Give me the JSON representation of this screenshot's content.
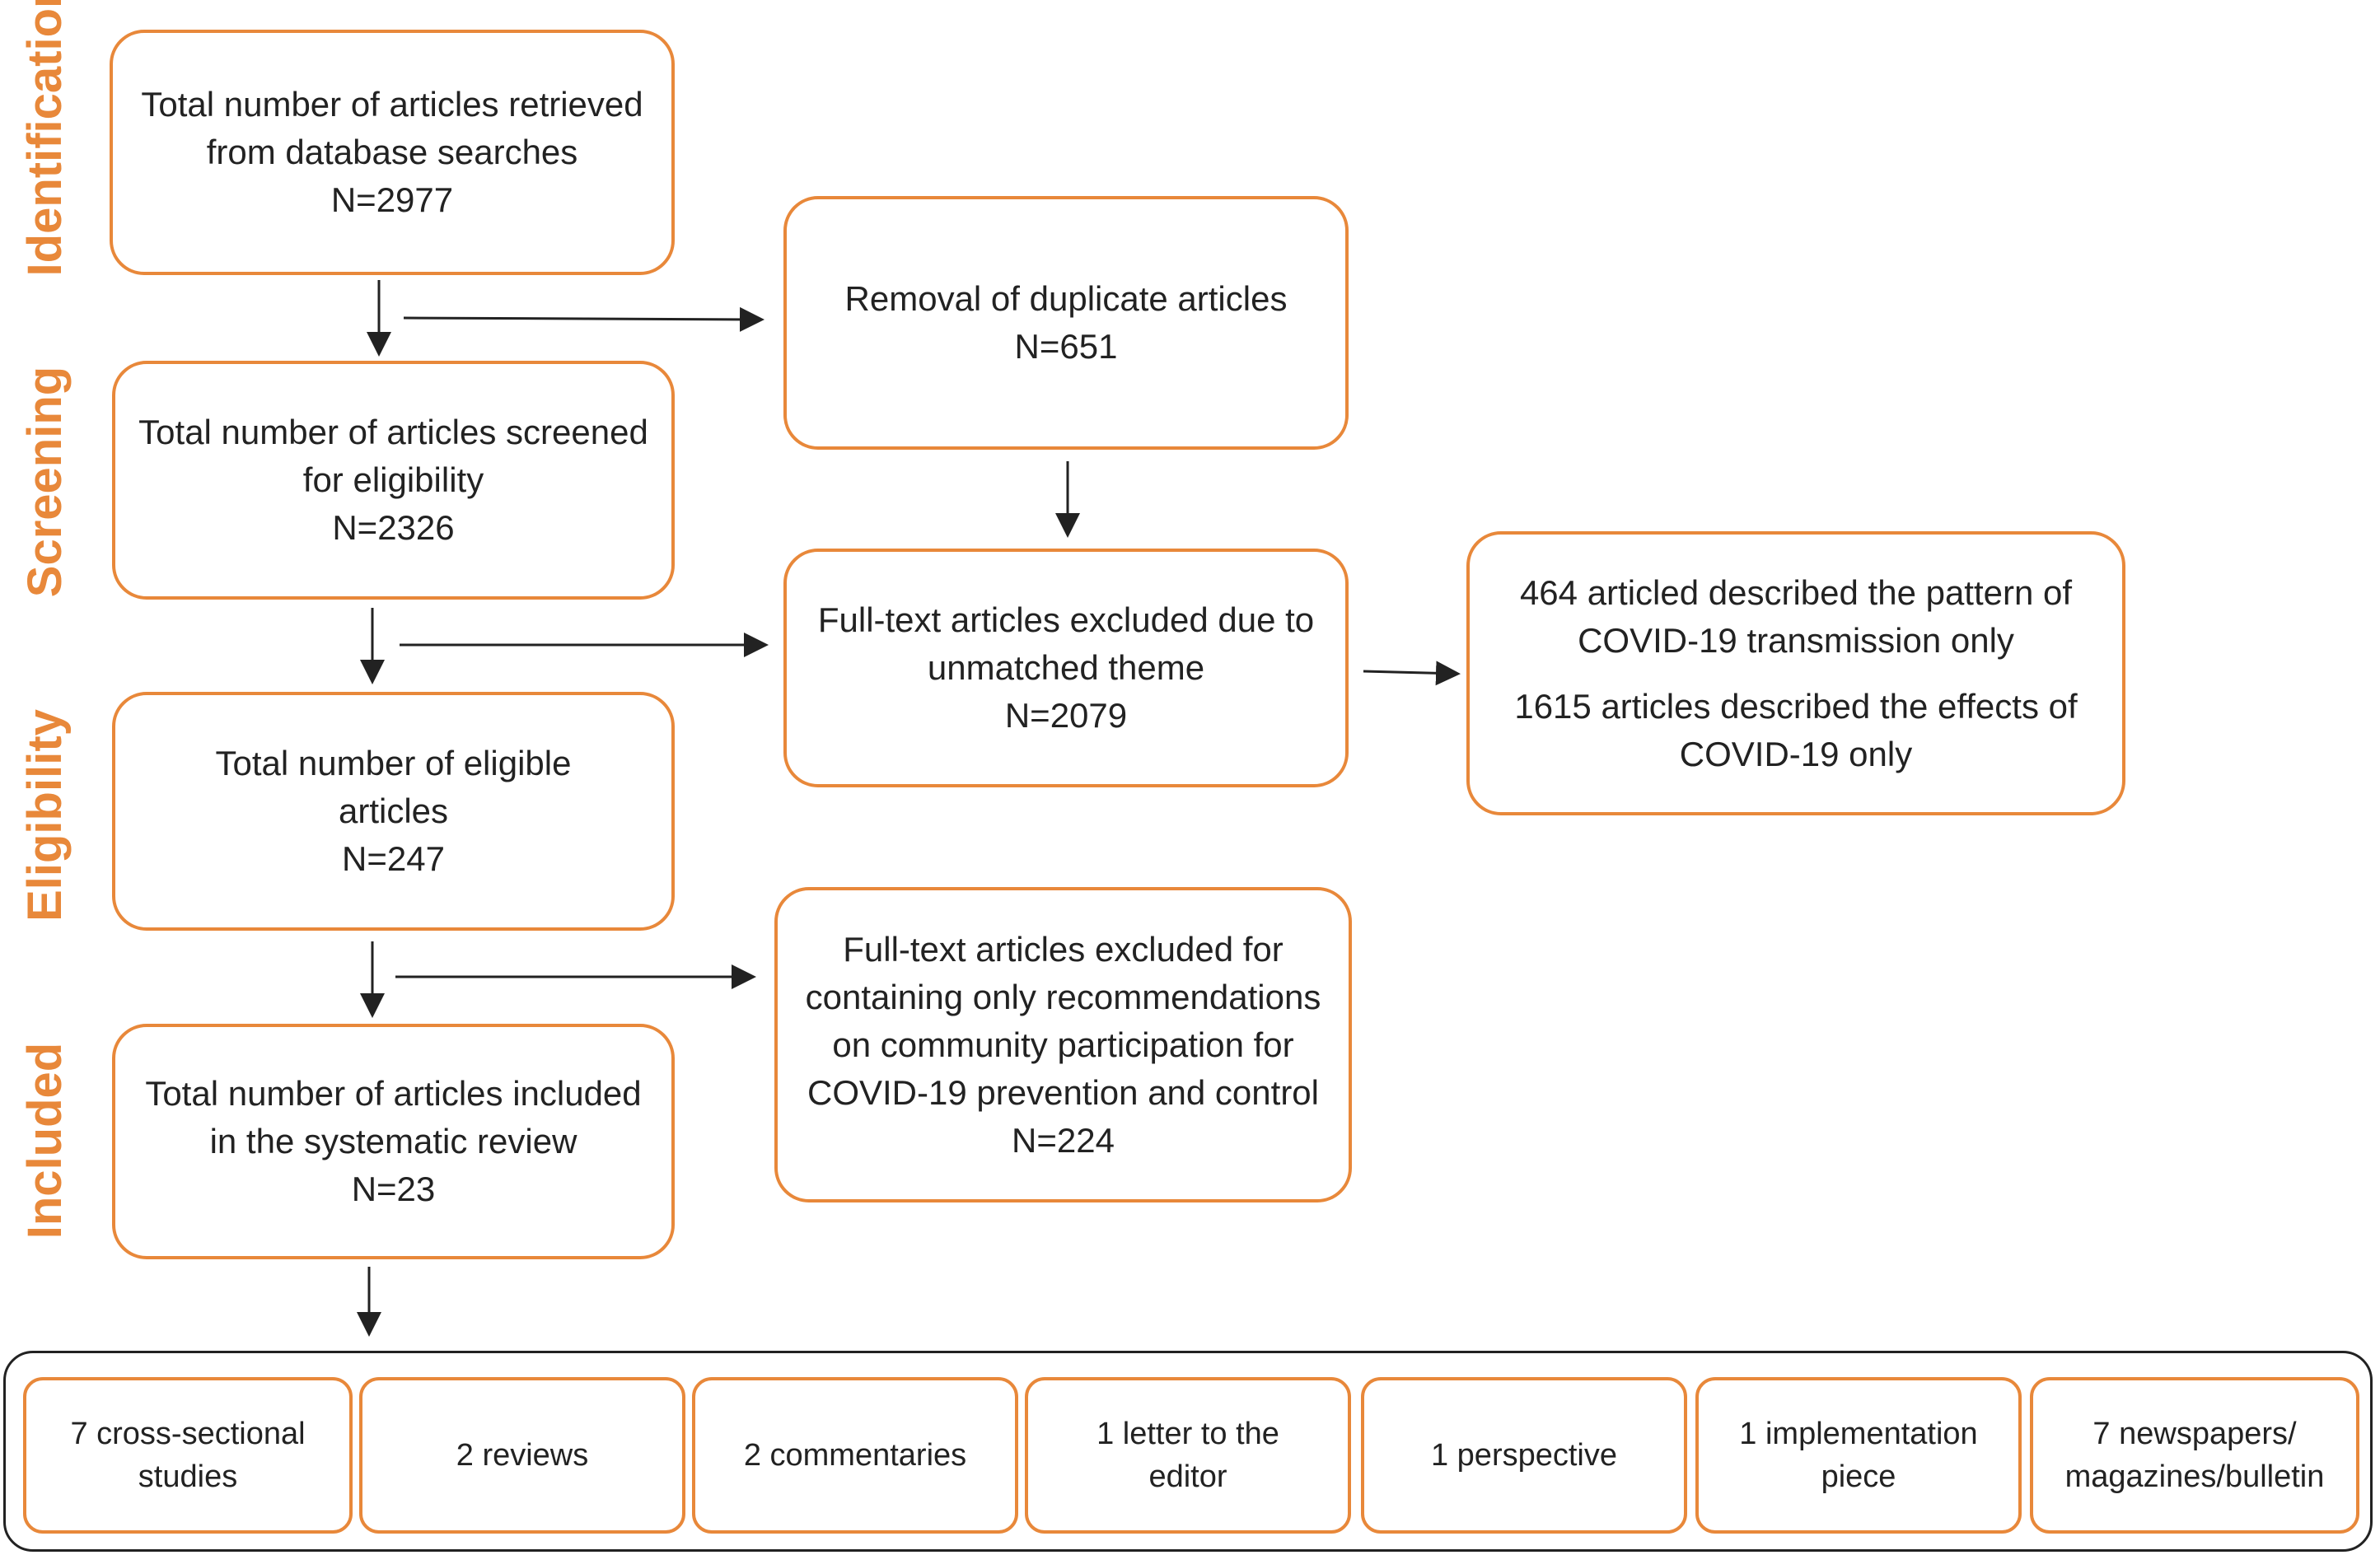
{
  "stages": {
    "identification": "Identification",
    "screening": "Screening",
    "eligibility": "Eligibility",
    "included": "Included"
  },
  "boxes": {
    "retrieved": [
      "Total number of articles retrieved",
      "from database searches",
      "N=2977"
    ],
    "duplicates": [
      "Removal of duplicate articles",
      "N=651"
    ],
    "screened": [
      "Total number of articles screened",
      "for eligibility",
      "N=2326"
    ],
    "excluded_theme": [
      "Full-text articles excluded due to",
      "unmatched theme",
      "N=2079"
    ],
    "breakdown_a": [
      "464 articled described the pattern of",
      "COVID-19 transmission only"
    ],
    "breakdown_b": [
      "1615 articles described the effects of",
      "COVID-19 only"
    ],
    "eligible": [
      "Total number of eligible",
      "articles",
      "N=247"
    ],
    "excluded_recs": [
      "Full-text articles excluded for",
      "containing only recommendations",
      "on community participation for",
      "COVID-19 prevention and control",
      "N=224"
    ],
    "included": [
      "Total number of articles included",
      "in the systematic review",
      "N=23"
    ]
  },
  "study_types": [
    [
      "7 cross-sectional",
      "studies"
    ],
    [
      "2 reviews"
    ],
    [
      "2 commentaries"
    ],
    [
      "1 letter to the",
      "editor"
    ],
    [
      "1 perspective"
    ],
    [
      "1 implementation",
      "piece"
    ],
    [
      "7 newspapers/",
      "magazines/bulletin"
    ]
  ],
  "colors": {
    "accent": "#E8883A",
    "arrow": "#222222"
  }
}
